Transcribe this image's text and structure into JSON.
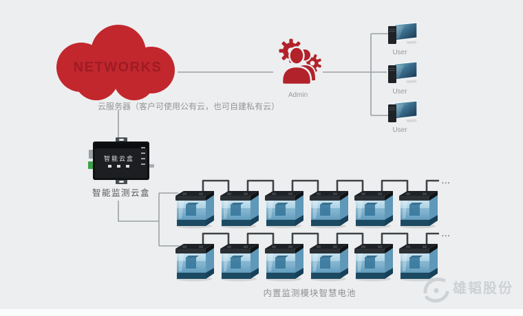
{
  "colors": {
    "background": "#edeeef",
    "cloud_red": "#c2272e",
    "cloud_text_red": "#9e1b23",
    "icon_red": "#b2222a",
    "line_gray": "#9aa0a4",
    "cable_dark": "#3f4347",
    "label_gray": "#97999c",
    "watermark_gray": "#cdd1d5"
  },
  "icons": {
    "cloud": "cloud-icon",
    "admin": "admin-gears-person-icon",
    "user": "desktop-computer-icon",
    "device": "monitoring-box-icon",
    "battery": "smart-battery-icon",
    "watermark": "vision-swirl-logo-icon"
  },
  "cloud": {
    "title": "NETWORKS",
    "caption": "云服务器（客户可使用公有云，也可自建私有云）"
  },
  "admin": {
    "label": "Admin"
  },
  "users": [
    {
      "label": "User"
    },
    {
      "label": "User"
    },
    {
      "label": "User"
    }
  ],
  "device": {
    "panel_text": "智能云盒",
    "label": "智能监测云盒"
  },
  "batteries": {
    "rows": 2,
    "per_row": 6,
    "ellipsis": "...",
    "caption": "内置监测模块智慧电池"
  },
  "watermark": {
    "text": "雄韬股份"
  }
}
